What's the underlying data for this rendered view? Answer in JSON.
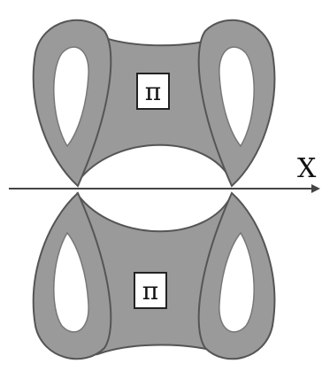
{
  "diagram": {
    "upper_label": "π",
    "lower_label": "π",
    "axis_label": "X"
  }
}
